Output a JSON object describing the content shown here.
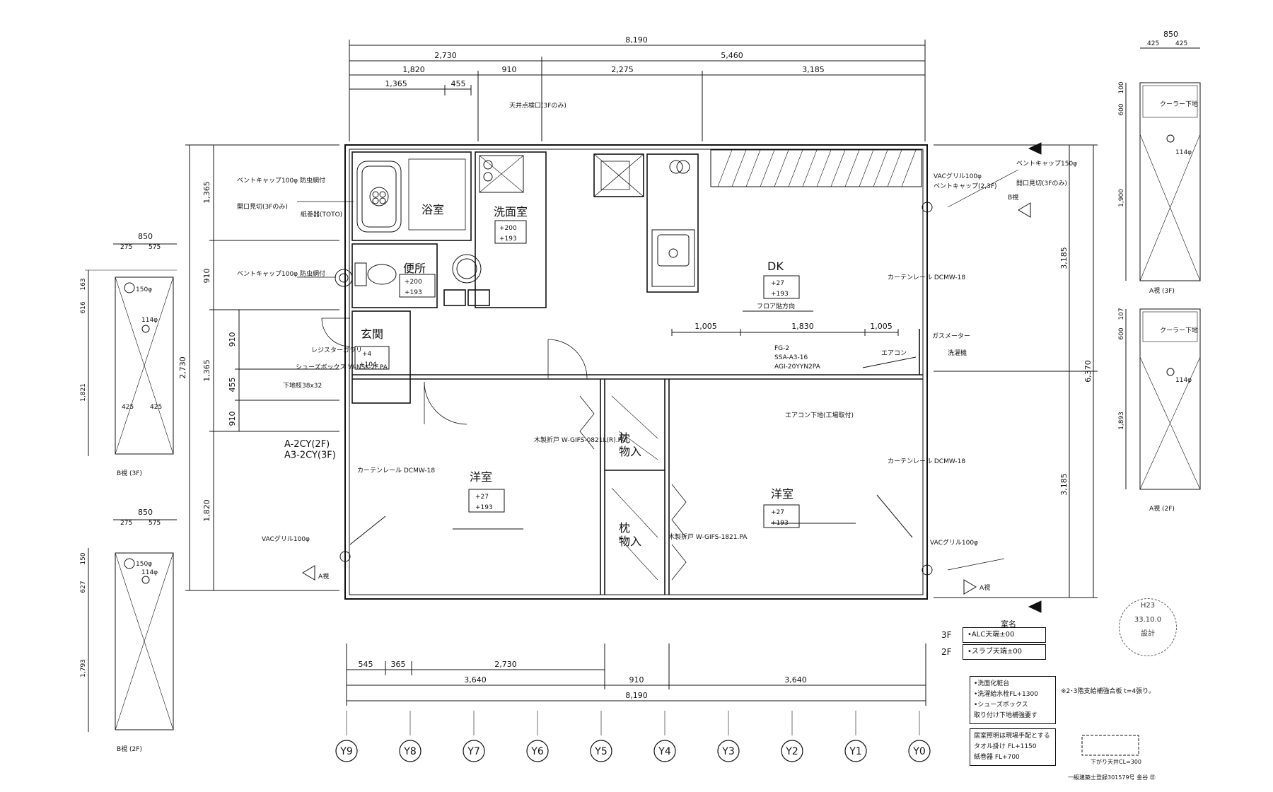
{
  "rooms": {
    "bath": "浴室",
    "washroom": "洗面室",
    "toilet": "便所",
    "entrance": "玄関",
    "dk": "DK",
    "western_left": "洋室",
    "western_right": "洋室",
    "closet_upper": "枕\n物入",
    "closet_lower": "枕\n物入"
  },
  "levels": {
    "washroom": [
      "+200",
      "+193"
    ],
    "toilet": [
      "+200",
      "+193"
    ],
    "entrance": [
      "+4",
      "+104"
    ],
    "dk": [
      "+27",
      "+193"
    ],
    "western_left": [
      "+27",
      "+193"
    ],
    "western_right": [
      "+27",
      "+193"
    ]
  },
  "dims_top": {
    "overall": "8,190",
    "row2": [
      "2,730",
      "5,460"
    ],
    "row3": [
      "1,820",
      "910",
      "2,275",
      "3,185"
    ],
    "row4": [
      "1,365",
      "455"
    ]
  },
  "dims_bottom": {
    "row1": [
      "545",
      "365",
      "2,730"
    ],
    "row2": [
      "3,640",
      "910",
      "3,640"
    ],
    "overall": "8,190"
  },
  "dims_left": [
    "1,365",
    "910",
    "1,365",
    "2,730",
    "1,820"
  ],
  "dims_left_inner": [
    "910",
    "455",
    "910"
  ],
  "dims_right": [
    "3,185",
    "6,370",
    "3,185"
  ],
  "dims_dk": [
    "1,005",
    "1,830",
    "1,005"
  ],
  "grid_labels": [
    "Y9",
    "Y8",
    "Y7",
    "Y6",
    "Y5",
    "Y4",
    "Y3",
    "Y2",
    "Y1",
    "Y0"
  ],
  "annotations": {
    "ceiling_hatch": "天井点検口(3Fのみ)",
    "vent_left1": "ベントキャップ100φ 防虫網付",
    "vent_left2": "ベントキャップ100φ 防虫網付",
    "opening_3f": "開口見切(3Fのみ)",
    "paper_holder": "紙巻器(TOTO)",
    "dk_flooring": "フロア貼方向",
    "aircon": "エアコン",
    "aircon_sleeve": "エアコン下地(工場取付)",
    "vac_grill_top": "VACグリル100φ",
    "vac_grill_left": "VACグリル100φ",
    "vac_grill_right": "VACグリル100φ",
    "vent_cap_2_3f": "ベントキャップ(2,3F)",
    "vent_cap_150": "ベントキャップ150φ",
    "duct_3f": "開口見切(3Fのみ)",
    "type_label": "A-2CY(2F)\nA3-2CY(3F)",
    "curtain_rail_left": "カーテンレール DCMW-18",
    "curtain_rail_right": "カーテンレール DCMW-18",
    "curtain_rail_dk": "カーテンレール DCMW-18",
    "fg": "FG-2",
    "ssa": "SSA-A3-16",
    "agi": "AGI-20YYN2PA",
    "wood_door_left": "木製折戸 W-GIFS-0821L(R).PA",
    "wood_door_right": "木製折戸 W-GIFS-1821.PA",
    "view_a_left": "A視",
    "view_a_right": "A視",
    "view_b": "B視",
    "low_base": "下地枝38x32",
    "shoebox": "シューズボックス W-NSK-2F.PA",
    "floor_register": "レジスターガラリ",
    "gas_meter": "ガスメーター",
    "washing_machine": "洗濯機"
  },
  "elevations": [
    {
      "label": "B視 (3F)",
      "width": "850",
      "sub": [
        "275",
        "575"
      ],
      "heights": [
        "163",
        "616",
        "1,821"
      ],
      "dia": [
        "150φ",
        "114φ"
      ],
      "lower": [
        "425",
        "425"
      ]
    },
    {
      "label": "B視 (2F)",
      "width": "850",
      "sub": [
        "275",
        "575"
      ],
      "heights": [
        "150",
        "627",
        "1,793"
      ],
      "dia": [
        "150φ",
        "114φ"
      ]
    },
    {
      "label": "A視 (3F)",
      "width": "850",
      "sub": [
        "425",
        "425"
      ],
      "heights": [
        "100",
        "600",
        "1,900"
      ],
      "dia": [
        "114φ"
      ],
      "tag": "クーラー下地"
    },
    {
      "label": "A視 (2F)",
      "width": "850",
      "sub": [],
      "heights": [
        "107",
        "600",
        "1,893"
      ],
      "dia": [
        "114φ"
      ],
      "tag": "クーラー下地"
    }
  ],
  "finish": {
    "title": "室名",
    "rows": [
      {
        "level": "3F",
        "text": "•ALC天端±00"
      },
      {
        "level": "2F",
        "text": "•スラブ天端±00"
      }
    ]
  },
  "legend1": [
    "•洗面化粧台",
    "•洗濯給水栓FL+1300",
    "•シューズボックス",
    "取り付け下地補強要す"
  ],
  "legend2": [
    "居室照明は現場手配とする",
    "タオル掛け FL+1150",
    "紙巻器 FL+700"
  ],
  "note_right": "※2･3階支給補強合板 t=4張り。",
  "lower_ceiling": "下がり天井CL=300",
  "registration": "一級建築士登録301579号 金谷 ㊞",
  "stamp": [
    "H23",
    "33.10.0",
    "設計"
  ]
}
